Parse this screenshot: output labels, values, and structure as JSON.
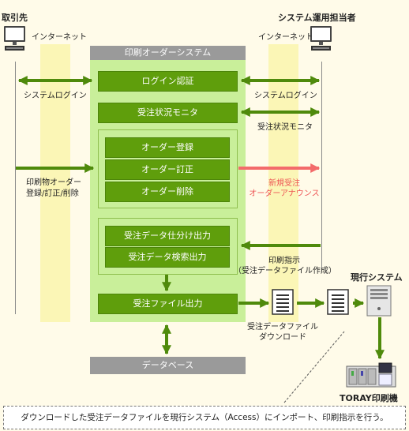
{
  "client": {
    "title": "取引先",
    "network_label": "インターネット",
    "pc_icon": "computer-icon"
  },
  "operator": {
    "title": "システム運用担当者",
    "network_label": "インターネット",
    "pc_icon": "computer-icon"
  },
  "system": {
    "title": "印刷オーダーシステム",
    "login_button": "ログイン認証",
    "monitor_button": "受注状況モニタ",
    "order_group": [
      "オーダー登録",
      "オーダー訂正",
      "オーダー削除"
    ],
    "data_group": [
      "受注データ仕分け出力",
      "受注データ検索出力"
    ],
    "file_output_button": "受注ファイル出力",
    "database": "データベース"
  },
  "flows": {
    "client_login": "システムログイン",
    "client_order": [
      "印刷物オーダー",
      "登録/訂正/削除"
    ],
    "operator_login": "システムログイン",
    "operator_monitor": "受注状況モニタ",
    "announce": [
      "新規受注",
      "オーダーアナウンス"
    ],
    "print_instruction": [
      "印刷指示",
      "（受注データファイル作成）"
    ],
    "download": [
      "受注データファイル",
      "ダウンロード"
    ]
  },
  "current_system": {
    "title": "現行システム",
    "server_icon": "server-icon",
    "printer_icon": "printer-icon",
    "printer_label": "TORAY印刷機"
  },
  "note": "ダウンロードした受注データファイルを現行システム（Access）にインポート、印刷指示を行う。",
  "colors": {
    "arrow_green": "#4f8a0b",
    "button_green": "#5f9e0c",
    "panel_green": "#c9ef9a",
    "announce_red": "#ee5555",
    "band_yellow": "#fbf6b6",
    "gray": "#9a9a9a"
  }
}
